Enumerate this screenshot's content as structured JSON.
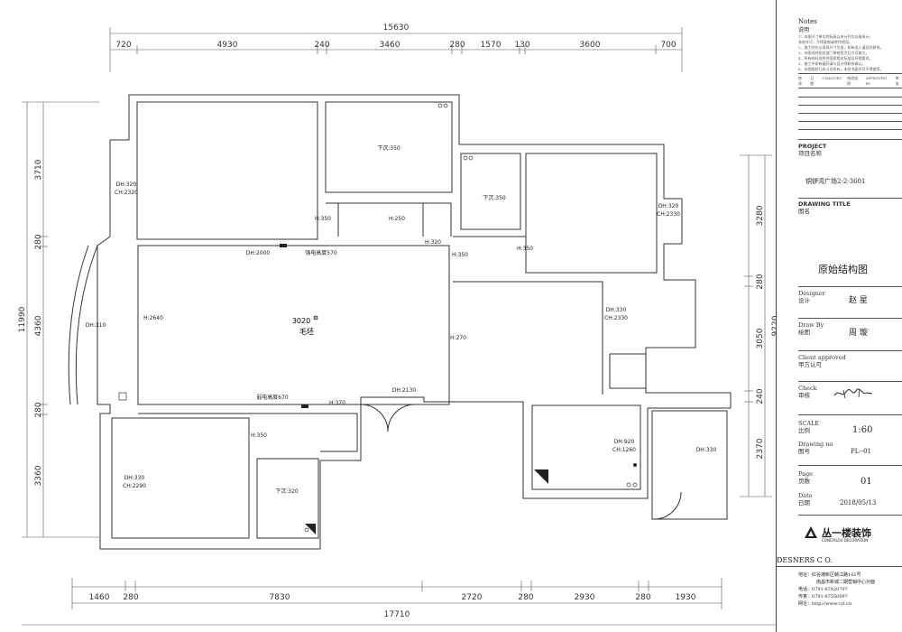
{
  "dimensions": {
    "top_total": "15630",
    "top": [
      "720",
      "4930",
      "240",
      "3460",
      "280",
      "1570",
      "130",
      "3600",
      "700"
    ],
    "bottom_total": "17710",
    "bottom": [
      "1460",
      "280",
      "7830",
      "2720",
      "280",
      "2930",
      "280",
      "1930"
    ],
    "left_total": "11990",
    "left": [
      "3710",
      "280",
      "4360",
      "280",
      "3360"
    ],
    "right_total": "9220",
    "right": [
      "3280",
      "280",
      "3050",
      "240",
      "2370"
    ]
  },
  "rooms": {
    "area": "3020",
    "name": "毛坯",
    "labels": [
      "下沉:350",
      "下沉:350",
      "下沉:320",
      "DH:320",
      "CH:2320",
      "DH:320",
      "CH:2330",
      "H:350",
      "H:250",
      "H:320",
      "H:350",
      "H:350",
      "DH:2000",
      "DH:310",
      "H:2640",
      "H:270",
      "DH:330",
      "CH:2330",
      "DH:330",
      "CH:2290",
      "H:370",
      "H:350",
      "DH:2130",
      "DH:920",
      "CH:1260",
      "DH:330",
      "强电高度570",
      "弱电高度670"
    ]
  },
  "title_block": {
    "notes_title": "Notes",
    "notes_sub": "说明",
    "notes_lines": [
      "1、本图尺寸单位除标高以米计外均以毫米计。",
      "   未经许可，不得复制或转作他用。",
      "2、施工时应以现场尺寸为准，如有出入请及时联系。",
      "3、本图须经相关部门审核签字后方可施工。",
      "4、所有材料须符合国家相关标准及环保要求。",
      "5、施工中如有疑问请与设计师联系确认。",
      "6、本图版权归本公司所有，未经书面许可不得使用。"
    ],
    "rev_headers": [
      "修改",
      "日期",
      "CHANGES",
      "修改说明",
      "APPROVED BY",
      "审批"
    ],
    "project_label": "PROJECT",
    "project_sub": "项目名称",
    "project_name": "铜锣湾广场2-2-3601",
    "drawing_title_label": "DRAWING TITLE",
    "drawing_title_sub": "图名",
    "drawing_title": "原始结构图",
    "designer_label": "Designer",
    "designer_sub": "设计",
    "designer": "赵 星",
    "drawby_label": "Draw By",
    "drawby_sub": "绘图",
    "drawby": "周 璇",
    "client_label": "Client approved",
    "client_sub": "甲方认可",
    "check_label": "Check",
    "check_sub": "审核",
    "scale_label": "SCALE",
    "scale_sub": "比例",
    "scale": "1:60",
    "drawingno_label": "Drawing no",
    "drawingno_sub": "图号",
    "drawingno": "PL--01",
    "page_label": "Page",
    "page_sub": "页数",
    "page": "01",
    "date_label": "Date",
    "date_sub": "日期",
    "date": "2018/05/13",
    "logo_text": "丛一楼装饰",
    "logo_en": "CONGYILOU DECORATION",
    "company": "DESNERS C O.",
    "address_label": "地址：",
    "address1": "红谷滩新区赣江路162号",
    "address2": "南昌市新城二期营销中心对面",
    "tel_label": "电话：",
    "tel": "0791-87820797",
    "fax_label": "传真：",
    "fax": "0791-87550097",
    "web_label": "网址：",
    "web": "http://www.cyl.cn"
  }
}
